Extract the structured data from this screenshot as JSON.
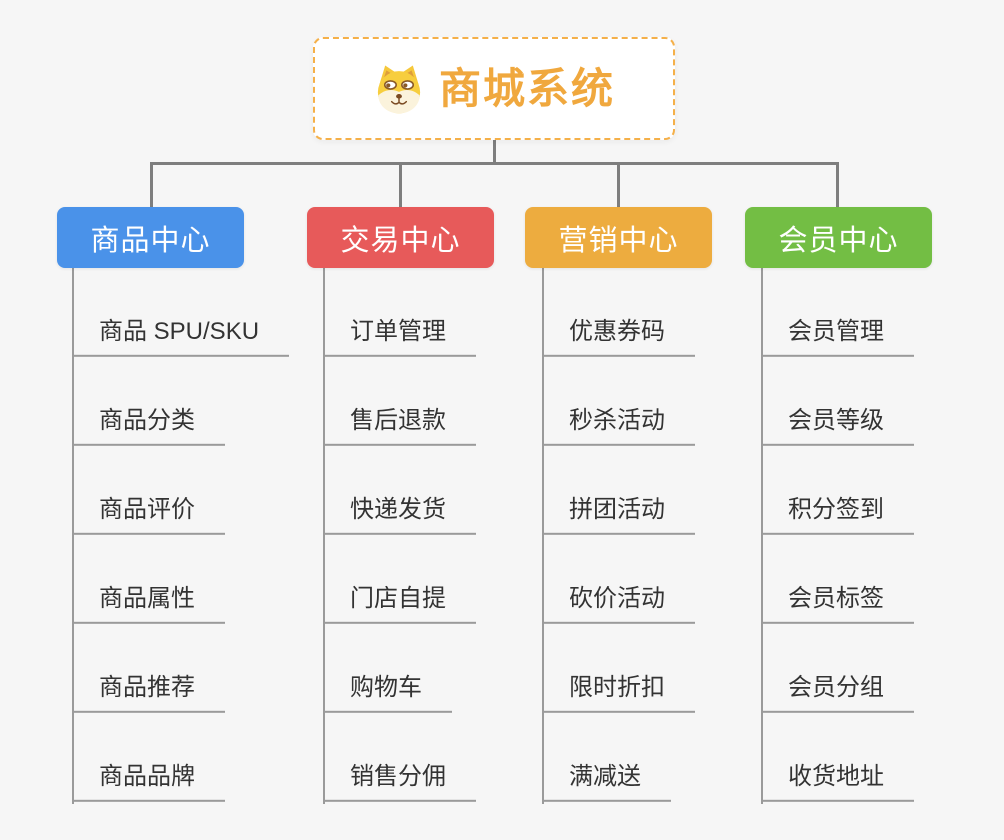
{
  "canvas": {
    "background": "#F6F6F6",
    "connector_color": "#7E7E7E",
    "underline_color": "#9A9A9A",
    "leaf_text_color": "#333333"
  },
  "root": {
    "title": "商城系统",
    "icon": "dog-face-icon",
    "text_color": "#F0A83E",
    "border_color": "#F5B049",
    "background": "#FFFFFF"
  },
  "branches": [
    {
      "label": "商品中心",
      "color": "#4A92E9",
      "items": [
        "商品 SPU/SKU",
        "商品分类",
        "商品评价",
        "商品属性",
        "商品推荐",
        "商品品牌"
      ]
    },
    {
      "label": "交易中心",
      "color": "#E75A5A",
      "items": [
        "订单管理",
        "售后退款",
        "快递发货",
        "门店自提",
        "购物车",
        "销售分佣"
      ]
    },
    {
      "label": "营销中心",
      "color": "#EDAC3F",
      "items": [
        "优惠券码",
        "秒杀活动",
        "拼团活动",
        "砍价活动",
        "限时折扣",
        "满减送"
      ]
    },
    {
      "label": "会员中心",
      "color": "#73BE44",
      "items": [
        "会员管理",
        "会员等级",
        "积分签到",
        "会员标签",
        "会员分组",
        "收货地址"
      ]
    }
  ]
}
